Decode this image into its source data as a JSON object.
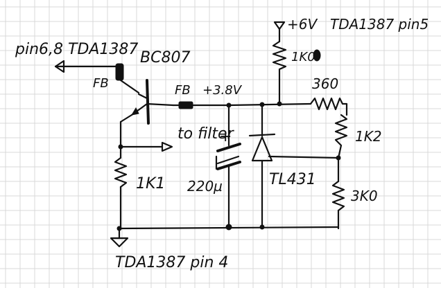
{
  "labels": {
    "tda_input": "pin6,8 TDA1387",
    "transistor": "BC807",
    "fb_left": "FB",
    "fb_mid": "FB",
    "supply_node": "+3.8V",
    "plus_supply": "+6V",
    "supply_pin": "TDA1387 pin5",
    "r_top": "1K0",
    "r_360": "360",
    "r_1k2": "1K2",
    "r_1k1": "1K1",
    "r_3k0": "3K0",
    "to_filter": "to filter",
    "cap_value": "220µ",
    "cap_plus": "+",
    "regulator": "TL431",
    "ground_pin": "TDA1387 pin 4"
  },
  "colors": {
    "ink": "#111111",
    "grid": "#d9d9d9",
    "paper": "#ffffff"
  }
}
